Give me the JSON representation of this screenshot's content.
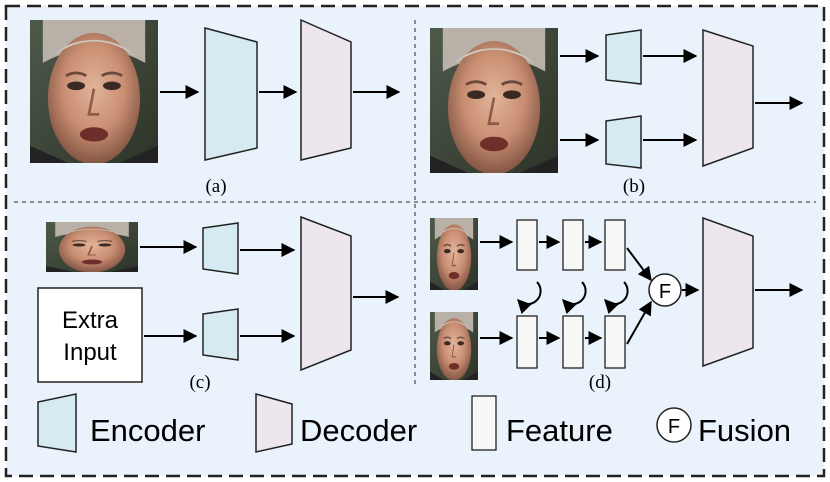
{
  "panels": {
    "a": {
      "caption": "(a)"
    },
    "b": {
      "caption": "(b)"
    },
    "c": {
      "caption": "(c)",
      "extra_input_line1": "Extra",
      "extra_input_line2": "Input"
    },
    "d": {
      "caption": "(d)",
      "fusion_symbol": "F"
    }
  },
  "legend": {
    "encoder": "Encoder",
    "decoder": "Decoder",
    "feature": "Feature",
    "fusion": "Fusion",
    "fusion_symbol": "F"
  },
  "colors": {
    "background": "#eaf3fb",
    "encoder_fill": "#d6ebf1",
    "decoder_fill": "#ede6ee",
    "feature_fill": "#f7f7f5",
    "border": "#222222",
    "divider": "#8c8c8c"
  },
  "icons": {
    "face_photo": "face-photo-icon",
    "arrow": "arrow-right-icon",
    "cycle": "cycle-arrow-icon"
  }
}
